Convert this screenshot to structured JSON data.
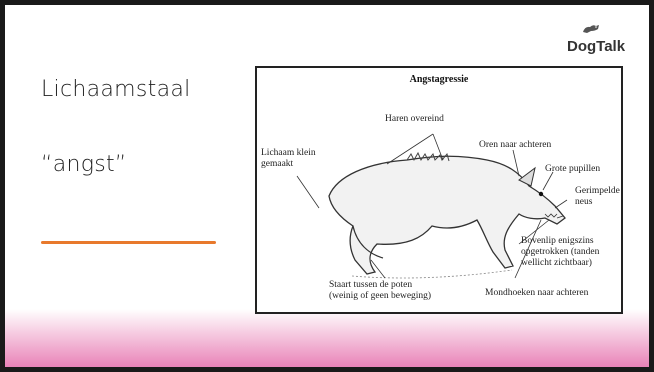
{
  "slide": {
    "title_line1": "Lichaamstaal",
    "title_line2": "“angst”",
    "logo_text": "DogTalk",
    "accent_color": "#e8792c",
    "band_color": "#e983b8"
  },
  "figure": {
    "title": "Angstagressie",
    "labels": {
      "haren": "Haren overeind",
      "lichaam": "Lichaam klein\ngemaakt",
      "oren": "Oren naar achteren",
      "pupillen": "Grote pupillen",
      "neus": "Gerimpelde\nneus",
      "bovenlip": "Bovenlip enigszins\nopgetrokken (tanden\nwellicht zichtbaar)",
      "staart": "Staart tussen de poten\n(weinig of geen beweging)",
      "mondhoeken": "Mondhoeken naar achteren"
    }
  }
}
